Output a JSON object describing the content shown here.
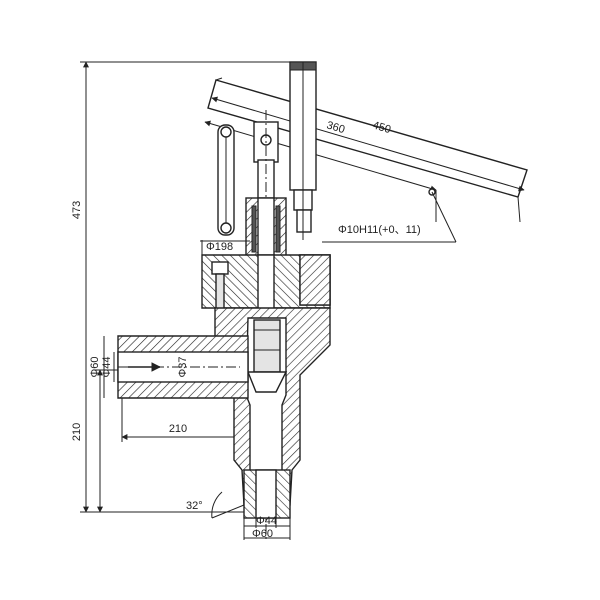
{
  "dimensions": {
    "overall_height": "473",
    "lower_height": "210",
    "outlet_offset": "210",
    "handle_outer": "450",
    "handle_inner": "360",
    "pin_fit": "Φ10H11(+0、11)",
    "flange_dia": "Φ198",
    "inlet_outer": "Φ60",
    "inlet_bore": "Φ44",
    "inlet_inner": "Φ37",
    "outlet_bore": "Φ44",
    "outlet_outer": "Φ60",
    "weld_angle": "32°"
  },
  "colors": {
    "line": "#222222",
    "hatch_fill": "#c8c8c8",
    "background": "#ffffff"
  }
}
